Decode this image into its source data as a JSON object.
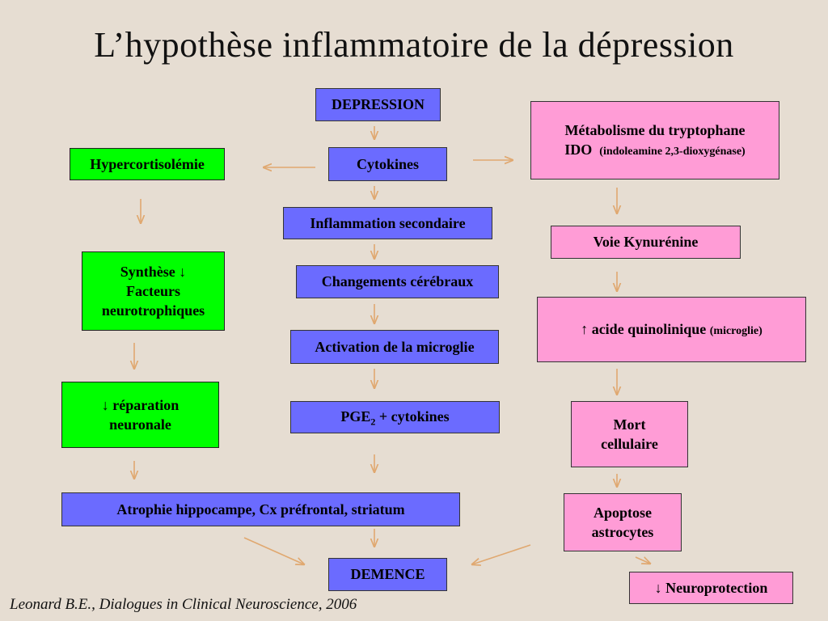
{
  "title": "L’hypothèse inflammatoire de la dépression",
  "center": {
    "depression": "DEPRESSION",
    "cytokines": "Cytokines",
    "inflammation": "Inflammation secondaire",
    "changements": "Changements cérébraux",
    "activation": "Activation de la microglie",
    "pge_main": "PGE",
    "pge_sub": "2",
    "pge_rest": " + cytokines",
    "atrophie": "Atrophie hippocampe, Cx préfrontal, striatum",
    "demence": "DEMENCE"
  },
  "left": {
    "hypercortisolemie": "Hypercortisolémie",
    "synthese_line1": "Synthèse ↓",
    "synthese_line2": "Facteurs",
    "synthese_line3": "neurotrophiques",
    "reparation_line1": "↓ réparation",
    "reparation_line2": "neuronale"
  },
  "right": {
    "metabolisme_line1": "Métabolisme du tryptophane",
    "ido_label": "IDO",
    "ido_detail": "(indoleamine 2,3-dioxygénase)",
    "kynurenine": "Voie Kynurénine",
    "acide_main": "↑ acide quinolinique",
    "acide_detail": "(microglie)",
    "mort_line1": "Mort",
    "mort_line2": "cellulaire",
    "apoptose_line1": "Apoptose",
    "apoptose_line2": "astrocytes",
    "neuroprotection": "↓ Neuroprotection"
  },
  "citation": "Leonard B.E., Dialogues in Clinical Neuroscience, 2006",
  "colors": {
    "background": "#e6ddd2",
    "blue_box": "#6b6bff",
    "green_box": "#00ff00",
    "pink_box": "#ff9cd6",
    "arrow": "#e0a870"
  }
}
